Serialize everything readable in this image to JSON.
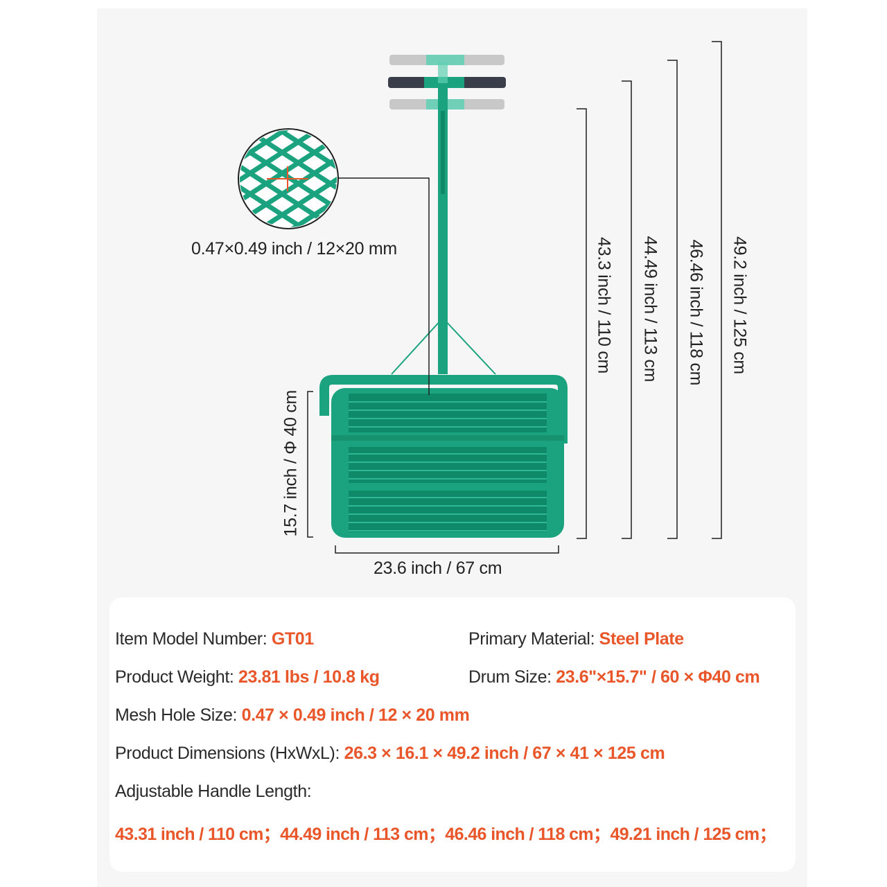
{
  "colors": {
    "accent": "#e8562a",
    "drum_green": "#1aa37e",
    "text": "#222222",
    "panel": "#f6f6f6"
  },
  "diagram": {
    "mesh_label": "0.47×0.49 inch / 12×20 mm",
    "drum_height_label": "15.7 inch / Φ 40 cm",
    "drum_width_label": "23.6 inch / 67 cm",
    "handle_heights": [
      "43.3 inch / 110 cm",
      "44.49 inch / 113 cm",
      "46.46 inch / 118 cm",
      "49.2 inch / 125 cm"
    ]
  },
  "specs": {
    "model": {
      "label": "Item Model Number: ",
      "value": "GT01"
    },
    "material": {
      "label": "Primary Material: ",
      "value": "Steel Plate"
    },
    "weight": {
      "label": "Product Weight: ",
      "value": "23.81 lbs / 10.8 kg"
    },
    "drum": {
      "label": "Drum Size: ",
      "value": "23.6\"×15.7\" / 60 × Φ40 cm"
    },
    "mesh": {
      "label": "Mesh Hole Size: ",
      "value": "0.47 × 0.49 inch / 12 × 20 mm"
    },
    "dimensions": {
      "label": "Product Dimensions (HxWxL): ",
      "value": "26.3 × 16.1 × 49.2 inch / 67 × 41 × 125 cm"
    },
    "handle": {
      "label": "Adjustable Handle Length:"
    },
    "handle_values": "43.31 inch / 110 cm；44.49 inch / 113 cm；46.46 inch / 118 cm；49.21 inch / 125 cm；"
  }
}
